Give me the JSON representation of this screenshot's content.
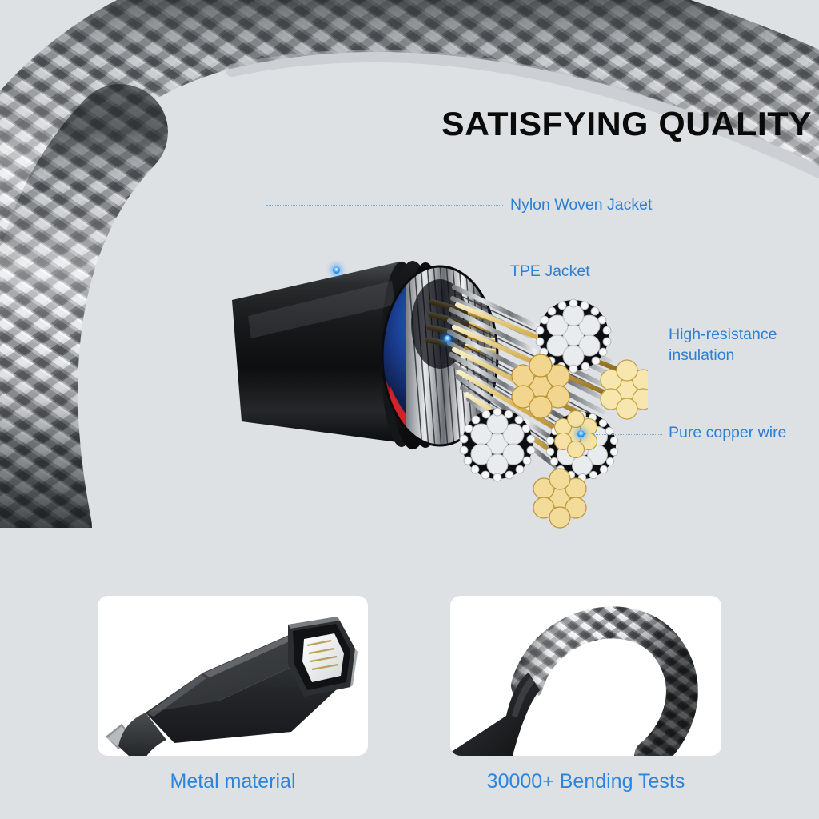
{
  "background_color": "#dee1e4",
  "headline": {
    "text": "SATISFYING QUALITY",
    "color": "#0a0a0a"
  },
  "accent_colors": {
    "callout_blue": "#2d7fd3",
    "caption_blue": "#2a85e0",
    "leader_line": "#7fa8cf",
    "marker_dot": "#0b7ae0"
  },
  "callouts": [
    {
      "id": "nylon-woven-jacket",
      "label": "Nylon Woven Jacket"
    },
    {
      "id": "tpe-jacket",
      "label": "TPE Jacket"
    },
    {
      "id": "high-resistance-insulation",
      "label": "High-resistance\ninsulation"
    },
    {
      "id": "pure-copper-wire",
      "label": "Pure copper wire"
    }
  ],
  "panels": [
    {
      "id": "metal-material",
      "caption": "Metal material",
      "subject": "usb-a-connector"
    },
    {
      "id": "bending-tests",
      "caption": "30000+ Bending Tests",
      "subject": "braided-cable-loop"
    }
  ],
  "product_render": {
    "subject": "braided-usb-cable-cutaway",
    "jacket": "nylon braided silver-grey",
    "connector_housing": "glossy black",
    "conductors": [
      "silver insulated bundles",
      "gold copper strand bundles"
    ]
  }
}
